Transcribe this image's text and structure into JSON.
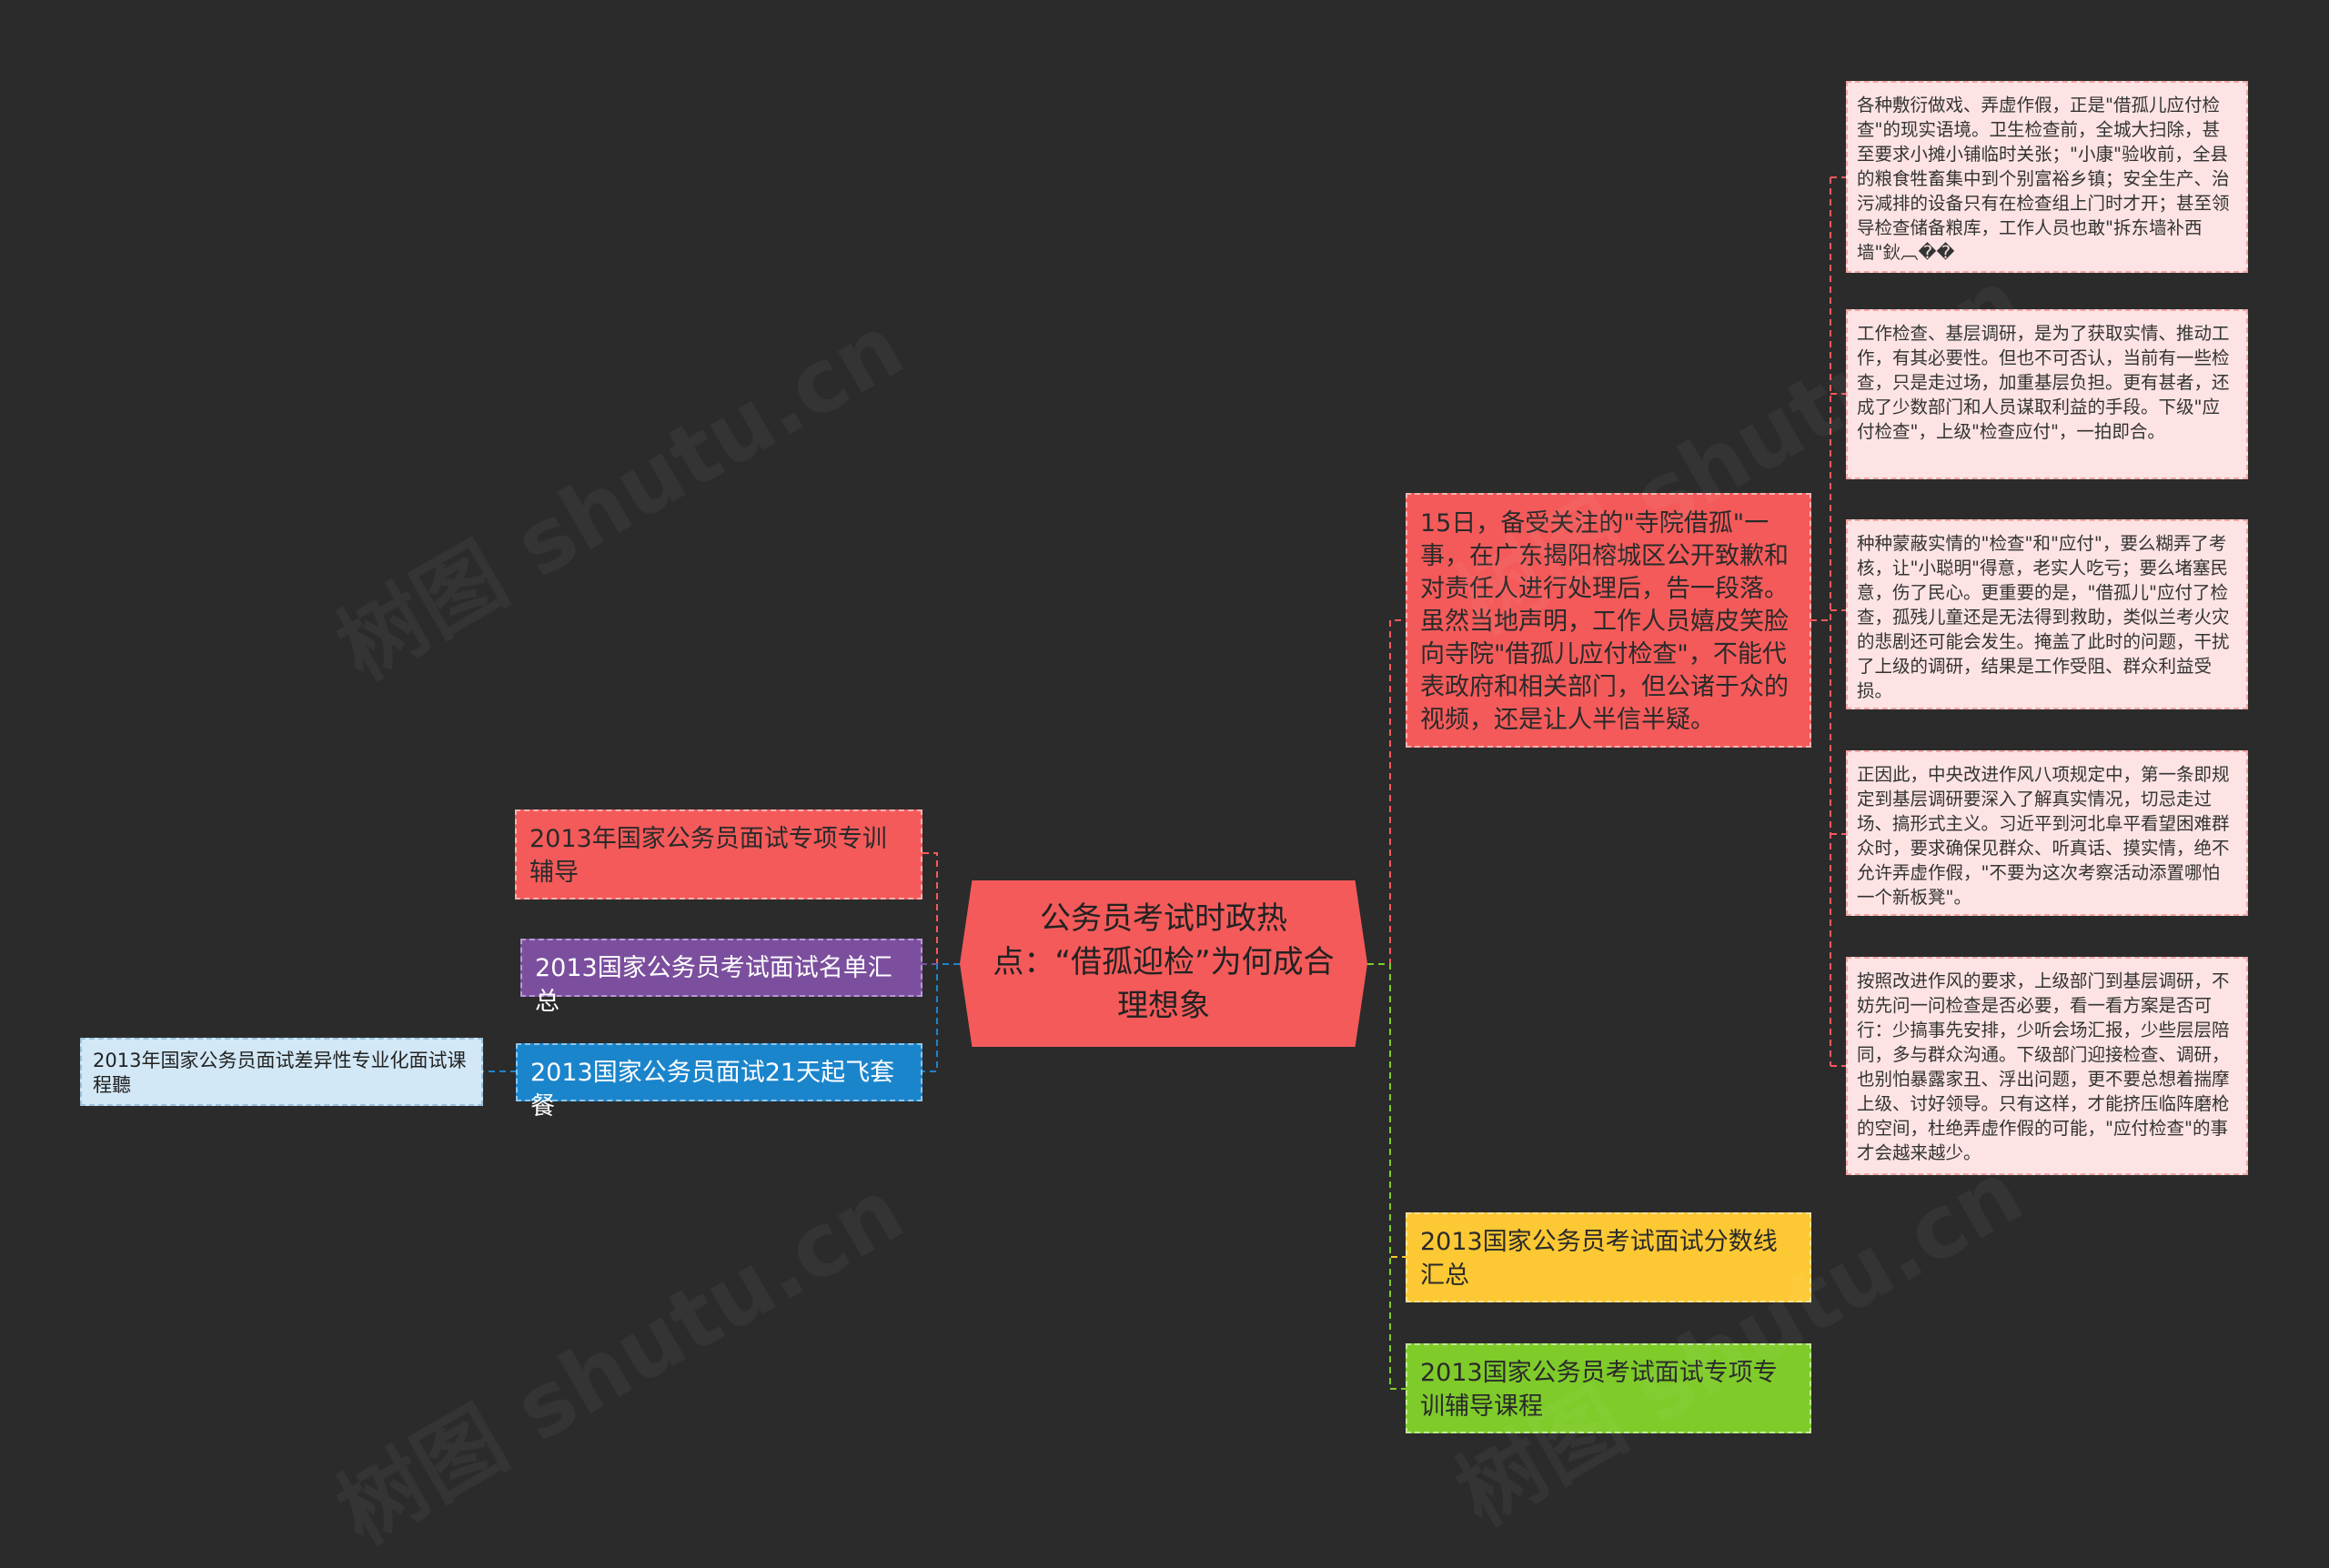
{
  "center": {
    "title": "公务员考试时政热点：“借孤迎检”为何成合理想象"
  },
  "left_branches": [
    {
      "text": "2013年国家公务员面试专项专训辅导"
    },
    {
      "text": "2013国家公务员考试面试名单汇总"
    },
    {
      "text": "2013国家公务员面试21天起飞套餐"
    }
  ],
  "left_sub": {
    "text": "2013年国家公务员面试差异性专业化面试课程聽"
  },
  "right_main": {
    "text": "15日，备受关注的\"寺院借孤\"一事，在广东揭阳榕城区公开致歉和对责任人进行处理后，告一段落。虽然当地声明，工作人员嬉皮笑脸向寺院\"借孤儿应付检查\"，不能代表政府和相关部门，但公诸于众的视频，还是让人半信半疑。"
  },
  "right_leaves": [
    {
      "text": "各种敷衍做戏、弄虚作假，正是\"借孤儿应付检查\"的现实语境。卫生检查前，全城大扫除，甚至要求小摊小铺临时关张；\"小康\"验收前，全县的粮食牲畜集中到个别富裕乡镇；安全生产、治污减排的设备只有在检查组上门时才开；甚至领导检查储备粮库，工作人员也敢\"拆东墙补西墙\"鈥︹��"
    },
    {
      "text": "工作检查、基层调研，是为了获取实情、推动工作，有其必要性。但也不可否认，当前有一些检查，只是走过场，加重基层负担。更有甚者，还成了少数部门和人员谋取利益的手段。下级\"应付检查\"，上级\"检查应付\"，一拍即合。"
    },
    {
      "text": "种种蒙蔽实情的\"检查\"和\"应付\"，要么糊弄了考核，让\"小聪明\"得意，老实人吃亏；要么堵塞民意，伤了民心。更重要的是，\"借孤儿\"应付了检查，孤残儿童还是无法得到救助，类似兰考火灾的悲剧还可能会发生。掩盖了此时的问题，干扰了上级的调研，结果是工作受阻、群众利益受损。"
    },
    {
      "text": "正因此，中央改进作风八项规定中，第一条即规定到基层调研要深入了解真实情况，切忌走过场、搞形式主义。习近平到河北阜平看望困难群众时，要求确保见群众、听真话、摸实情，绝不允许弄虚作假，\"不要为这次考察活动添置哪怕一个新板凳\"。"
    },
    {
      "text": "按照改进作风的要求，上级部门到基层调研，不妨先问一问检查是否必要，看一看方案是否可行：少搞事先安排，少听会场汇报，少些层层陪同，多与群众沟通。下级部门迎接检查、调研，也别怕暴露家丑、浮出问题，更不要总想着揣摩上级、讨好领导。只有这样，才能挤压临阵磨枪的空间，杜绝弄虚作假的可能，\"应付检查\"的事才会越来越少。"
    }
  ],
  "right_branches": [
    {
      "text": "2013国家公务员考试面试分数线汇总"
    },
    {
      "text": "2013国家公务员考试面试专项专训辅导课程"
    }
  ],
  "watermark": {
    "text": "树图 shutu.cn"
  },
  "colors": {
    "background": "#2b2b2b",
    "red": "#f45a5a",
    "purple": "#7b4f9e",
    "blue": "#1b85cc",
    "yellow": "#fcc833",
    "green": "#7ecb2a",
    "light_blue": "#d3e8f6",
    "leaf_pink": "#fde3e3"
  }
}
